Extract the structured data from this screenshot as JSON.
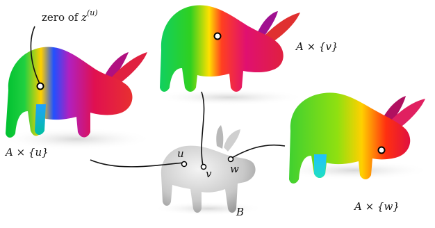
{
  "labels": {
    "zero_note_prefix": "zero of ",
    "zero_note_var": "z",
    "zero_note_sup": "(u)",
    "fiber_u": "A × {u}",
    "fiber_v": "A × {v}",
    "fiber_w": "A × {w}",
    "point_u": "u",
    "point_v": "v",
    "point_w": "w",
    "base": "B"
  },
  "colors": {
    "background": "#ffffff",
    "base_mesh": "#bdbdbd",
    "connector": "#111111",
    "marker_fill": "#ffffff",
    "marker_stroke": "#000000"
  }
}
